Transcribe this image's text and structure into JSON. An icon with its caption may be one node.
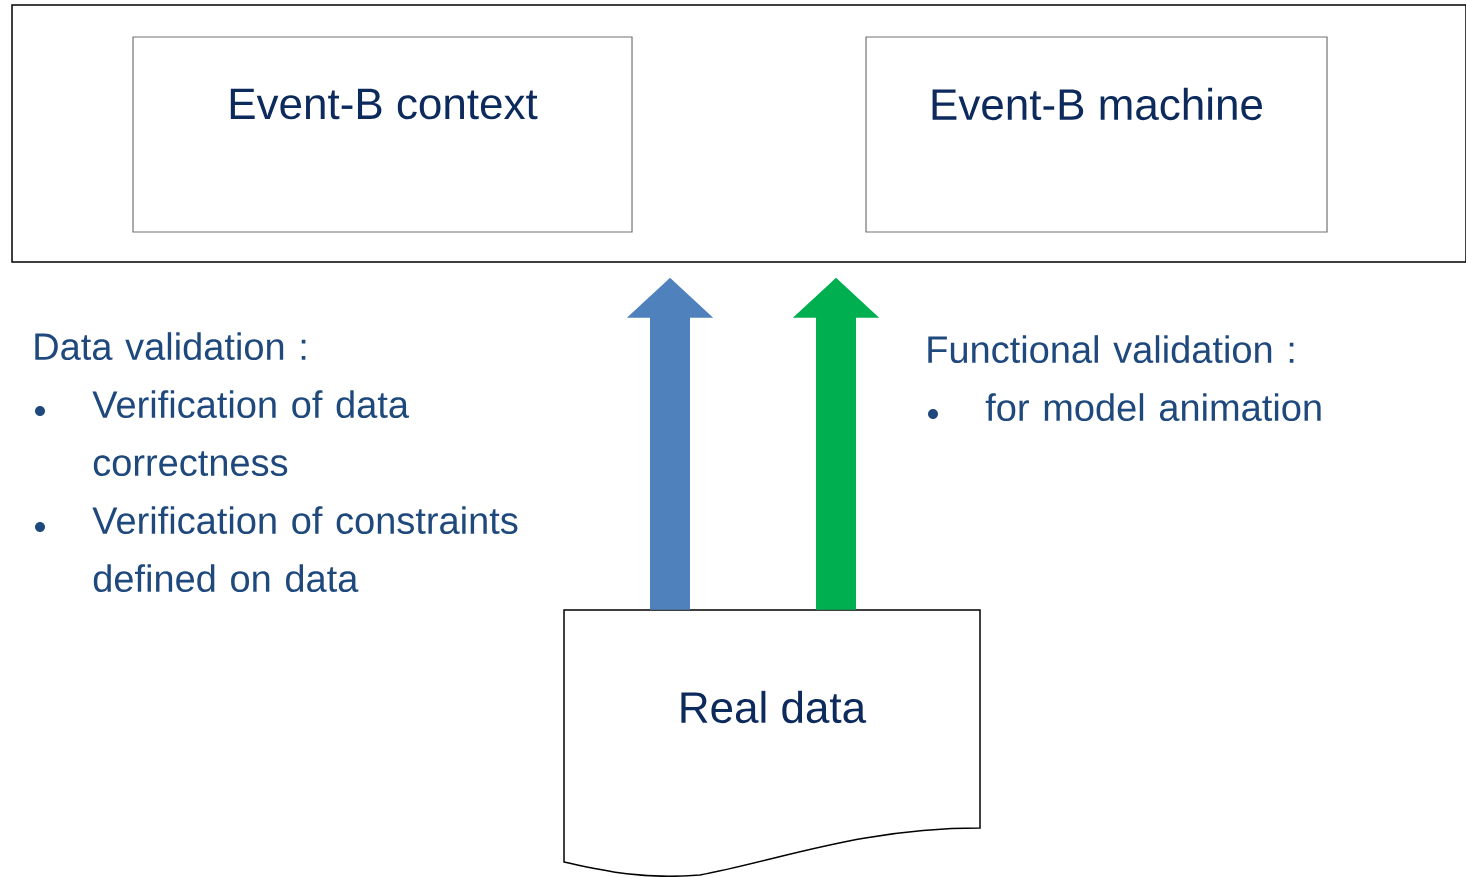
{
  "diagram": {
    "nodes": [
      {
        "text": [],
        "shape": "box"
      },
      {
        "text": [
          "Event-B context"
        ],
        "in": 0
      },
      {
        "text": [
          "Event-B machine"
        ],
        "in": 0
      },
      {
        "text": [
          "Real data"
        ]
      }
    ],
    "edges": [
      {
        "from": 3,
        "to": 0,
        "arrow": "to",
        "color": "#4f81bd"
      },
      {
        "from": 3,
        "to": 0,
        "arrow": "to",
        "color": "#00b050"
      }
    ],
    "labels": [
      "Data validation :",
      "Verification of data correctness",
      "Verification of constraints defined on data",
      "Functional validation :",
      "for model animation"
    ]
  }
}
